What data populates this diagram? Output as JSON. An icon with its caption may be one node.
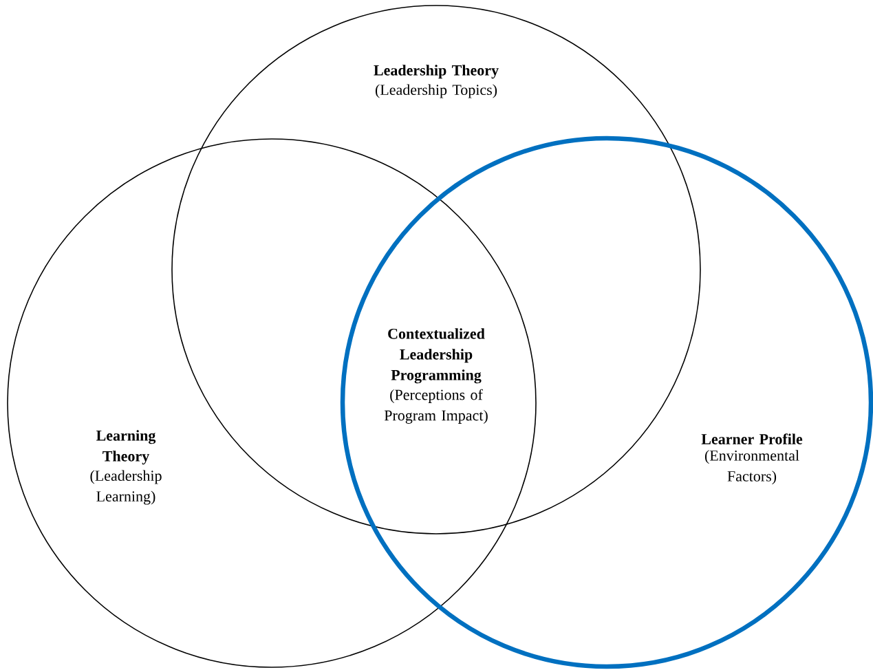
{
  "diagram": {
    "nodes": [
      {
        "text": [
          "Leadership Theory",
          "(Leadership Topics)"
        ]
      },
      {
        "text": [
          "Learning Theory",
          "(Leadership Learning)"
        ]
      },
      {
        "text": [
          "Learner Profile",
          "(Environmental Factors)"
        ]
      }
    ],
    "labels": [
      "Contextualized Leadership Programming",
      "(Perceptions of Program Impact)"
    ]
  }
}
